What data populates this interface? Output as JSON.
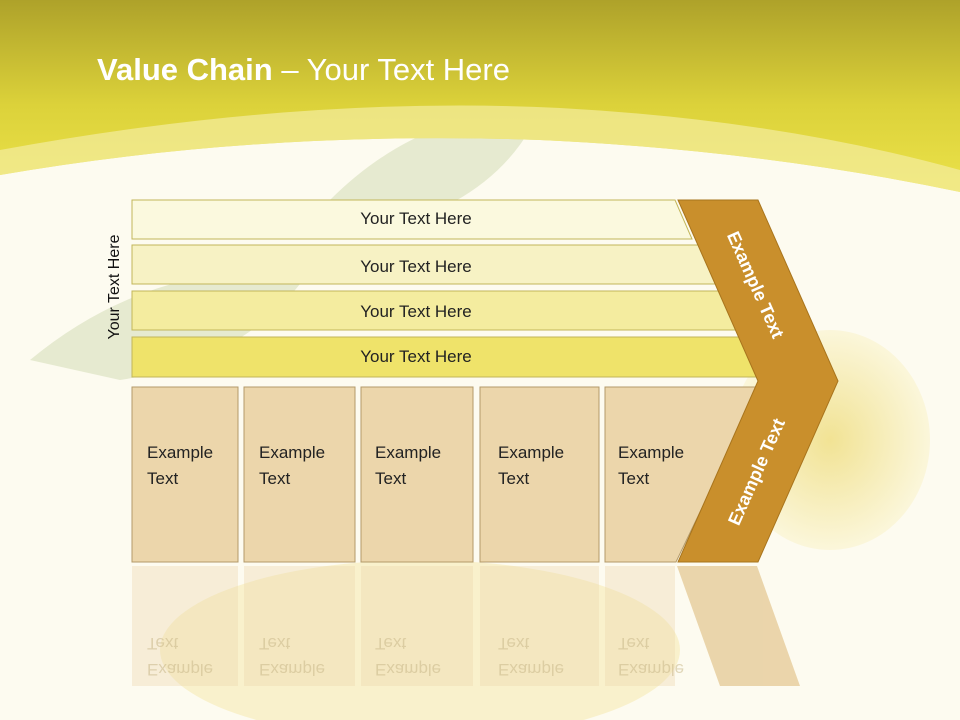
{
  "slide": {
    "title_bold": "Value Chain",
    "title_rest": " – Your Text Here",
    "side_label": "Your Text Here"
  },
  "rows": [
    {
      "label": "Your Text Here"
    },
    {
      "label": "Your Text Here"
    },
    {
      "label": "Your Text Here"
    },
    {
      "label": "Your Text Here"
    }
  ],
  "columns": [
    {
      "line1": "Example",
      "line2": "Text"
    },
    {
      "line1": "Example",
      "line2": "Text"
    },
    {
      "line1": "Example",
      "line2": "Text"
    },
    {
      "line1": "Example",
      "line2": "Text"
    },
    {
      "line1": "Example",
      "line2": "Text"
    }
  ],
  "chevron": {
    "upper_label": "Example Text",
    "lower_label": "Example Text"
  },
  "colors": {
    "header": "#e0d433",
    "chevron": "#c98f2c",
    "column_fill": "#ecd6ab",
    "row_fills": [
      "#fbf9de",
      "#f7f2c4",
      "#f4ec9f",
      "#efe36a"
    ]
  }
}
